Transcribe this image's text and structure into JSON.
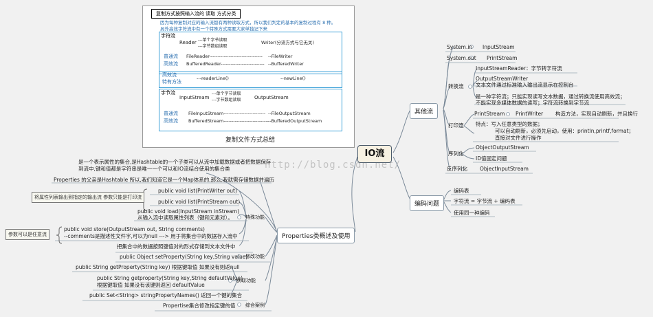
{
  "center": "IO流",
  "watermark": "http://blog.csdn.net/",
  "image_panel": {
    "title": "复制方式按照输入流的 读取  方式分类",
    "desc1": "因为每种复制对应的输入流都有两种读取方式，所以我们判定的基本的复制过程有 8 种。",
    "desc2": "另外高效字符流中有一个特殊方式需要大家单独记下来",
    "char_stream": {
      "title": "字符流",
      "reader": "Reader",
      "writer": "Writer(分流方式与它无关)",
      "r_opt1": "---单个字节读取",
      "r_opt2": "---字节数组读取",
      "fr": "FileReader---------------------------------",
      "fw": "--FileWriter",
      "br": "BufferedReader---------------------------",
      "bw": "--BufferedWriter",
      "normal": "普通流",
      "efficient": "高效流"
    },
    "special": {
      "title1": "高效流",
      "title2": "特有方法",
      "readline": "---readerLine()",
      "newline": "--newLine()"
    },
    "byte_stream": {
      "title": "字节流",
      "input": "InputStream",
      "output": "OutputStream",
      "i_opt1": "---单个字节读取",
      "i_opt2": "---字节数组读取",
      "fis": "FileInputStream--------------------------",
      "fos": "--FileOutputStream",
      "bis": "BufferedStream----------------------------",
      "bos": "--BufferedOutputStream",
      "normal": "普通流",
      "efficient": "高效流"
    },
    "caption": "复制文件方式总结"
  },
  "other_streams": {
    "label": "其他流",
    "system_in": "System.in",
    "system_in_v": "InputStream",
    "system_out": "System.out",
    "system_out_v": "PrintStream",
    "convert": {
      "label": "转换流",
      "isr": "InputStreamReader：字节转字符流",
      "osw1": "OutputStreamWriter",
      "osw2": "文本文件通过标准输入输出流显示在控制台",
      "d1": "是一种字符流；只能实现读写文本数据，通过转换流使用高效流；",
      "d2": "不能实现多媒体数据的读写；字符流转换到字节流"
    },
    "print": {
      "label": "打印流",
      "ps": "PrintStream",
      "pw": "PrintWriter",
      "desc": "构造方法，实现自动刷新，并且换行",
      "f1": "特点：写入任意类型的数据；",
      "f2": "可以自动刷新，必须先启动，使用：println,printf,format；",
      "f3": "直接对文件进行操作"
    },
    "serial": {
      "label": "序列化",
      "oos": "ObjectOutputStream",
      "id": "ID值固定问题"
    },
    "deserial": {
      "label": "反序列化",
      "ois": "ObjectInputStream"
    }
  },
  "encoding": {
    "label": "编码问题",
    "items": [
      "编码表",
      "字符流 = 字节流 + 编码表",
      "使用同一种编码"
    ]
  },
  "properties": {
    "label": "Properties类概述及使用",
    "intro1": "是一个表示属性的集合,是Hashtable的一个子类可以从流中加载数据或者把数据保存",
    "intro2": "到流中,键和值都是字符串是唯一一个可以和IO流结合使用的集合类",
    "parent": "Properties 的父亲是Hashtable 所以,我们知道它是一个Map体系的,那么,我就需存储数据并遍历",
    "special": {
      "label": "特殊功能",
      "list1": "public void list(PrintWriter out)",
      "list2": "public void list(PrintStream out)",
      "note1": "将属性列表输出到指定的输出流 参数只能是打印流",
      "load1": "public void load(InputStream inStream)",
      "load2": "从输入流中读取属性列表（键和元素对）。",
      "store1": "public void store(OutputStream out, String comments)",
      "store2": "--comments是描述性文件字,可以为null ---> 用于将集合中的数据存入流中",
      "note2": "参数可以是任意流",
      "save": "把集合中的数据按照键值对的形式存储到文本文件中"
    },
    "modify": {
      "label": "修改功能",
      "text": "public Object setProperty(String key,String value)"
    },
    "get": {
      "label": "获取功能",
      "g1": "public String getProperty(String key) 根据键取值 如果没有则返null",
      "g2a": "public String getproperty(String key,String defaultValue)",
      "g2b": "根据键取值 如果没有该键则返回 defaultValue",
      "g3": "public Set<String> stringPropertyNames() 返回一个键的集合"
    },
    "case": {
      "label": "综合案例",
      "text": "Propertise集合修改指定键的值"
    }
  }
}
